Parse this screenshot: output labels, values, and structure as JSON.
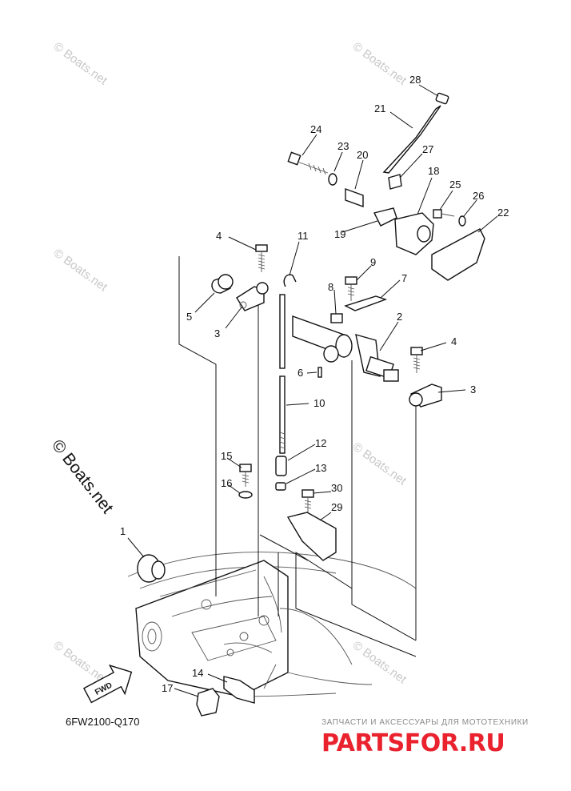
{
  "watermark_text": "© Boats.net",
  "big_watermark_text": "© Boats.net",
  "diagram_code": "6FW2100-Q170",
  "fwd_label": "FWD",
  "banner": {
    "subtitle": "ЗАПЧАСТИ И АКСЕССУАРЫ ДЛЯ МОТОТЕХНИКИ",
    "logo": "PARTSFOR.RU"
  },
  "callouts": [
    "1",
    "2",
    "3",
    "3",
    "4",
    "4",
    "5",
    "6",
    "7",
    "8",
    "9",
    "10",
    "11",
    "12",
    "13",
    "14",
    "15",
    "16",
    "17",
    "18",
    "19",
    "20",
    "21",
    "22",
    "23",
    "24",
    "25",
    "26",
    "27",
    "28",
    "29",
    "30"
  ]
}
